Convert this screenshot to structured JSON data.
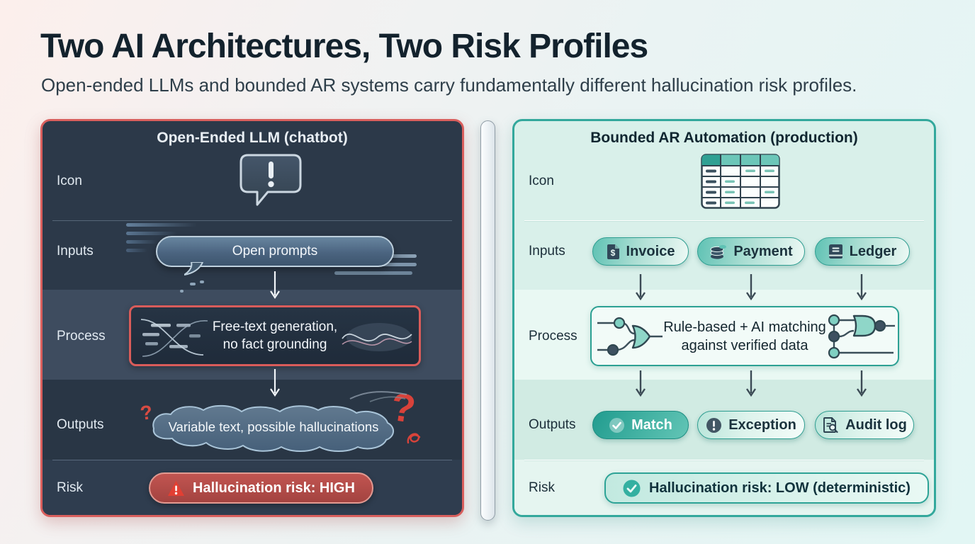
{
  "header": {
    "title": "Two AI Architectures, Two Risk Profiles",
    "subtitle": "Open-ended LLMs and bounded AR systems carry fundamentally different hallucination risk profiles."
  },
  "left_panel": {
    "title": "Open-Ended LLM (chatbot)",
    "row_labels": {
      "icon": "Icon",
      "inputs": "Inputs",
      "process": "Process",
      "outputs": "Outputs",
      "risk": "Risk"
    },
    "inputs": {
      "bubble_text": "Open prompts"
    },
    "process": {
      "line1": "Free-text generation,",
      "line2": "no fact grounding"
    },
    "outputs": {
      "blob_text": "Variable text, possible hallucinations",
      "question_small": "?",
      "question_large": "?"
    },
    "risk": {
      "badge_text": "Hallucination risk: HIGH"
    }
  },
  "right_panel": {
    "title": "Bounded AR Automation (production)",
    "row_labels": {
      "icon": "Icon",
      "inputs": "Inputs",
      "process": "Process",
      "outputs": "Outputs",
      "risk": "Risk"
    },
    "input_pills": [
      {
        "label": "Invoice",
        "icon": "invoice-document-icon"
      },
      {
        "label": "Payment",
        "icon": "payment-coins-icon"
      },
      {
        "label": "Ledger",
        "icon": "ledger-book-icon"
      }
    ],
    "process": {
      "line1": "Rule-based + AI matching",
      "line2": "against verified data"
    },
    "output_pills": [
      {
        "label": "Match",
        "icon": "check-circle-icon"
      },
      {
        "label": "Exception",
        "icon": "exclamation-circle-icon"
      },
      {
        "label": "Audit log",
        "icon": "audit-log-icon"
      }
    ],
    "risk": {
      "badge_text": "Hallucination risk: LOW (deterministic)"
    }
  },
  "icons": {
    "invoice_glyph": "$"
  },
  "colors": {
    "left_accent": "#d95f5d",
    "right_accent": "#33a89c",
    "left_panel_bg": "#2c3949",
    "right_panel_bg": "#d9f0ea",
    "risk_high_badge": "#b04a46",
    "risk_low_badge": "#d5f0e8",
    "page_gradient_start": "#fcefec",
    "page_gradient_end": "#e2f6f4"
  }
}
